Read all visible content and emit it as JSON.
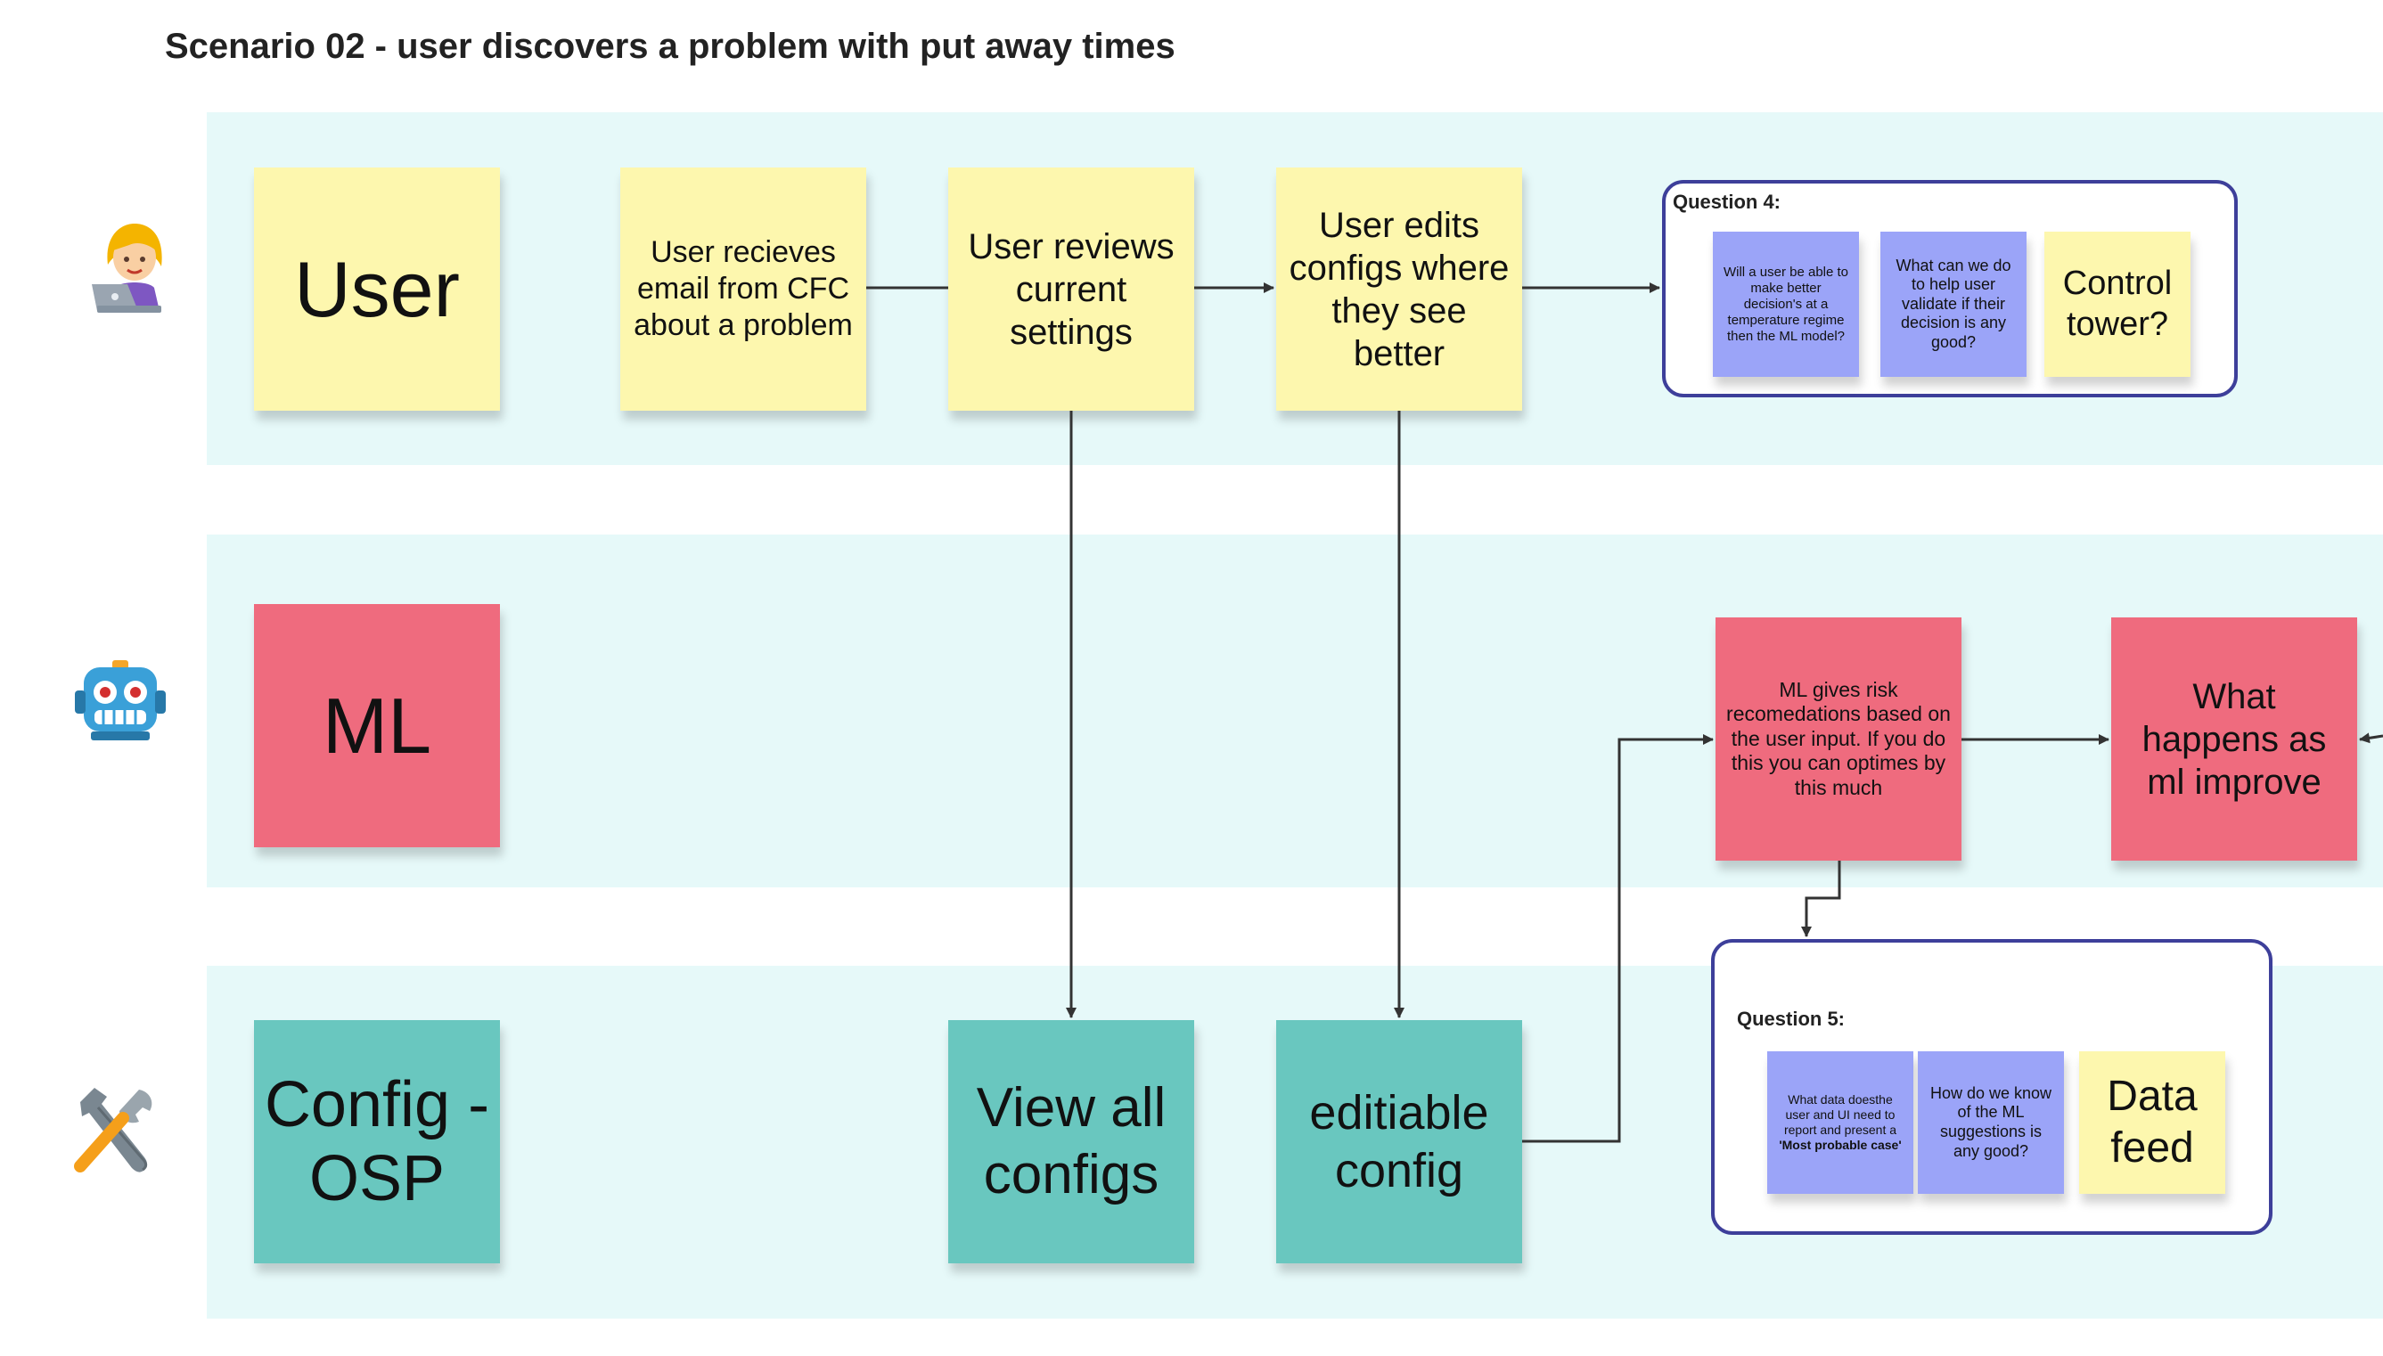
{
  "title": "Scenario 02 - user discovers a problem with put away times",
  "actors": {
    "user_icon": "woman-technologist-icon",
    "ml_icon": "robot-icon",
    "config_icon": "hammer-and-wrench-icon"
  },
  "lanes": {
    "user_label": "User",
    "ml_label": "ML",
    "config_label": "Config - OSP"
  },
  "notes": {
    "receive_email": "User recieves email from CFC about a problem",
    "review_settings": "User reviews current settings",
    "edit_configs": "User edits configs where they see better",
    "ml_risk": "ML gives risk recomedations based on the user input. If you do this you can optimes by this much",
    "ml_improve": "What happens as ml improve",
    "view_configs": "View all configs",
    "editable_config": "editiable config"
  },
  "question4": {
    "label": "Question 4:",
    "note1": "Will a user be able to make better decision's at a temperature regime then the ML model?",
    "note2": "What can we do to help user validate if their decision is any good?",
    "note3": "Control tower?"
  },
  "question5": {
    "label": "Question 5:",
    "note1_text": "What data doesthe user and UI need to report and present a",
    "note1_bold": "'Most probable case'",
    "note2": "How do we know of the ML suggestions is any good?",
    "note3": "Data feed"
  },
  "colors": {
    "lane_bg": "#e6f9f9",
    "sticky_yellow": "#fdf7ae",
    "sticky_red": "#ef6b7e",
    "sticky_teal": "#69c7bf",
    "sticky_purple": "#9ba4f8",
    "container_border": "#3d3f9a",
    "connector": "#333333"
  }
}
